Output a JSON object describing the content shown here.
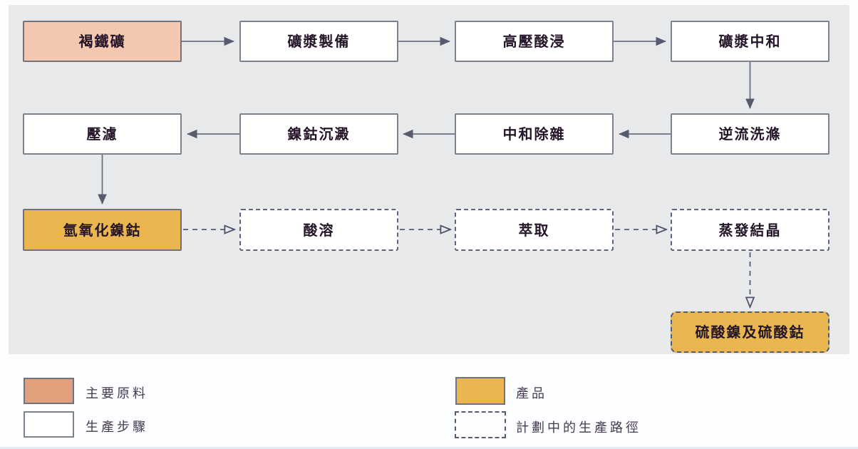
{
  "flow": {
    "boxes": [
      {
        "id": "limonite",
        "label": "褐鐵礦",
        "type": "raw-material"
      },
      {
        "id": "slurry-preparation",
        "label": "礦漿製備",
        "type": "step"
      },
      {
        "id": "high-pressure-acid-leaching",
        "label": "高壓酸浸",
        "type": "step"
      },
      {
        "id": "slurry-neutralization",
        "label": "礦漿中和",
        "type": "step"
      },
      {
        "id": "press-filtration",
        "label": "壓濾",
        "type": "step"
      },
      {
        "id": "nickel-cobalt-precipitation",
        "label": "鎳鈷沉澱",
        "type": "step"
      },
      {
        "id": "neutralization-impurity-removal",
        "label": "中和除雜",
        "type": "step"
      },
      {
        "id": "counter-current-washing",
        "label": "逆流洗滌",
        "type": "step"
      },
      {
        "id": "nickel-cobalt-hydroxide",
        "label": "氫氧化鎳鈷",
        "type": "product"
      },
      {
        "id": "acid-dissolution",
        "label": "酸溶",
        "type": "planned-step"
      },
      {
        "id": "solvent-extraction",
        "label": "萃取",
        "type": "planned-step"
      },
      {
        "id": "evaporation-crystallization",
        "label": "蒸發結晶",
        "type": "planned-step"
      },
      {
        "id": "nickel-sulfate-and-cobalt-sulfate",
        "label": "硫酸鎳及硫酸鈷",
        "type": "planned-product"
      }
    ]
  },
  "legend": {
    "items": [
      {
        "label": "主要原料",
        "swatch": "raw-material"
      },
      {
        "label": "生產步驟",
        "swatch": "production-step"
      },
      {
        "label": "產品",
        "swatch": "product"
      },
      {
        "label": "計劃中的生產路徑",
        "swatch": "planned-route"
      }
    ]
  },
  "colors": {
    "panel_background": "#e8e9eb",
    "raw_material_fill": "#f4c7b0",
    "raw_material_legend_fill": "#e2a07c",
    "product_fill": "#eab64f",
    "step_fill": "#ffffff",
    "solid_border": "#7d818d",
    "dashed_border": "#5f647e",
    "arrow": "#5d6374",
    "box_text": "#241528",
    "legend_text": "#453a50"
  }
}
